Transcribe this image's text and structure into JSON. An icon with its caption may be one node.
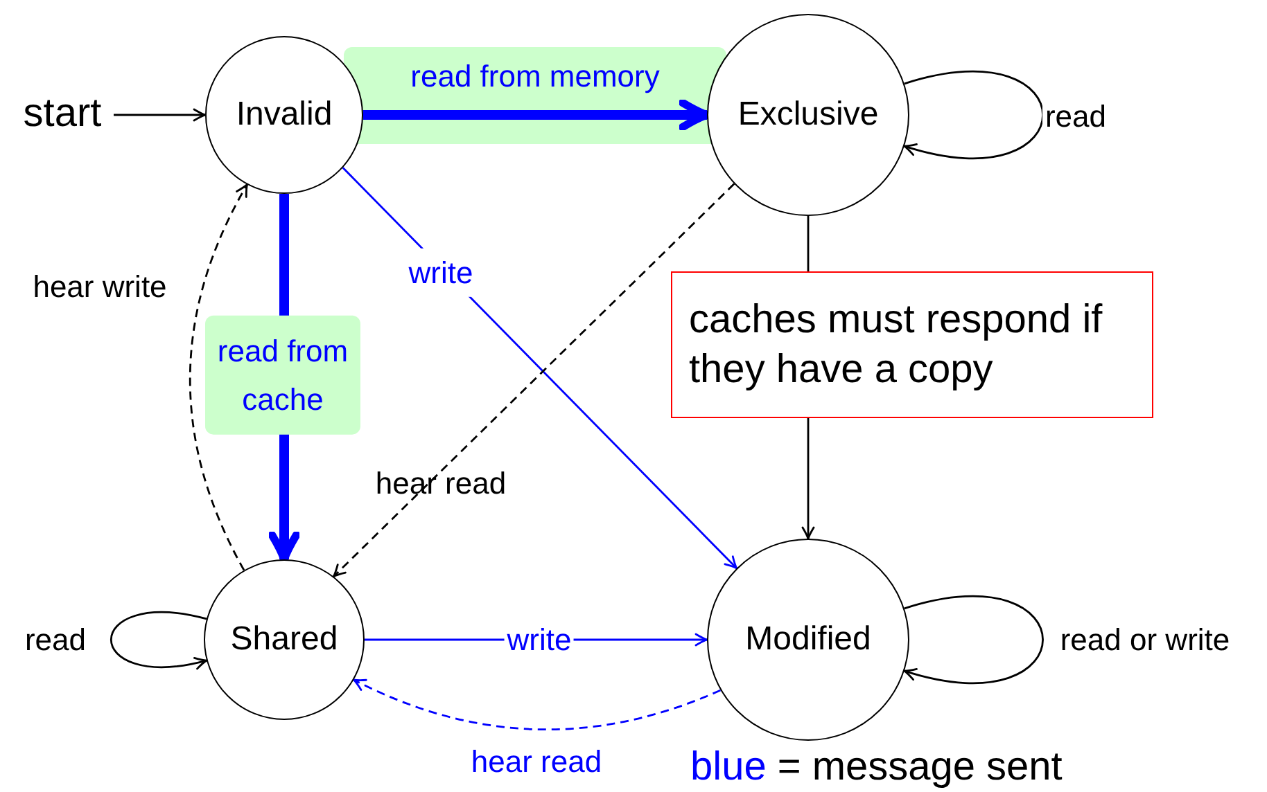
{
  "diagram": {
    "nodes": [
      {
        "text": [
          "start"
        ]
      },
      {
        "text": [
          "Invalid"
        ]
      },
      {
        "text": [
          "Exclusive"
        ]
      },
      {
        "text": [
          "Shared"
        ]
      },
      {
        "text": [
          "Modified"
        ]
      },
      {
        "text": [
          "caches must respond if they have a copy"
        ]
      }
    ],
    "edges": [
      {
        "from": 0,
        "to": 1,
        "arrow": "to"
      },
      {
        "from": 1,
        "to": 2,
        "arrow": "to",
        "label": "read from memory",
        "style": "thick",
        "color": "#0000ff"
      },
      {
        "from": 1,
        "to": 3,
        "arrow": "to",
        "label": "read from cache",
        "style": "thick",
        "color": "#0000ff"
      },
      {
        "from": 1,
        "to": 4,
        "arrow": "to",
        "label": "write",
        "color": "#0000ff"
      },
      {
        "from": 2,
        "to": 2,
        "arrow": "to",
        "label": "read"
      },
      {
        "from": 2,
        "to": 3,
        "arrow": "to",
        "label": "hear read",
        "style": "dashed"
      },
      {
        "from": 3,
        "to": 1,
        "arrow": "to",
        "label": "hear write",
        "style": "dashed"
      },
      {
        "from": 3,
        "to": 3,
        "arrow": "to",
        "label": "read"
      },
      {
        "from": 3,
        "to": 4,
        "arrow": "to",
        "label": "write",
        "color": "#0000ff"
      },
      {
        "from": 4,
        "to": 4,
        "arrow": "to",
        "label": "read or write"
      },
      {
        "from": 4,
        "to": 3,
        "arrow": "to",
        "label": "hear read",
        "style": "dashed",
        "color": "#0000ff"
      },
      {
        "from": 2,
        "to": 5,
        "arrow": "none"
      },
      {
        "from": 5,
        "to": 4,
        "arrow": "to"
      }
    ],
    "labels": [
      "blue",
      "= message sent"
    ]
  }
}
